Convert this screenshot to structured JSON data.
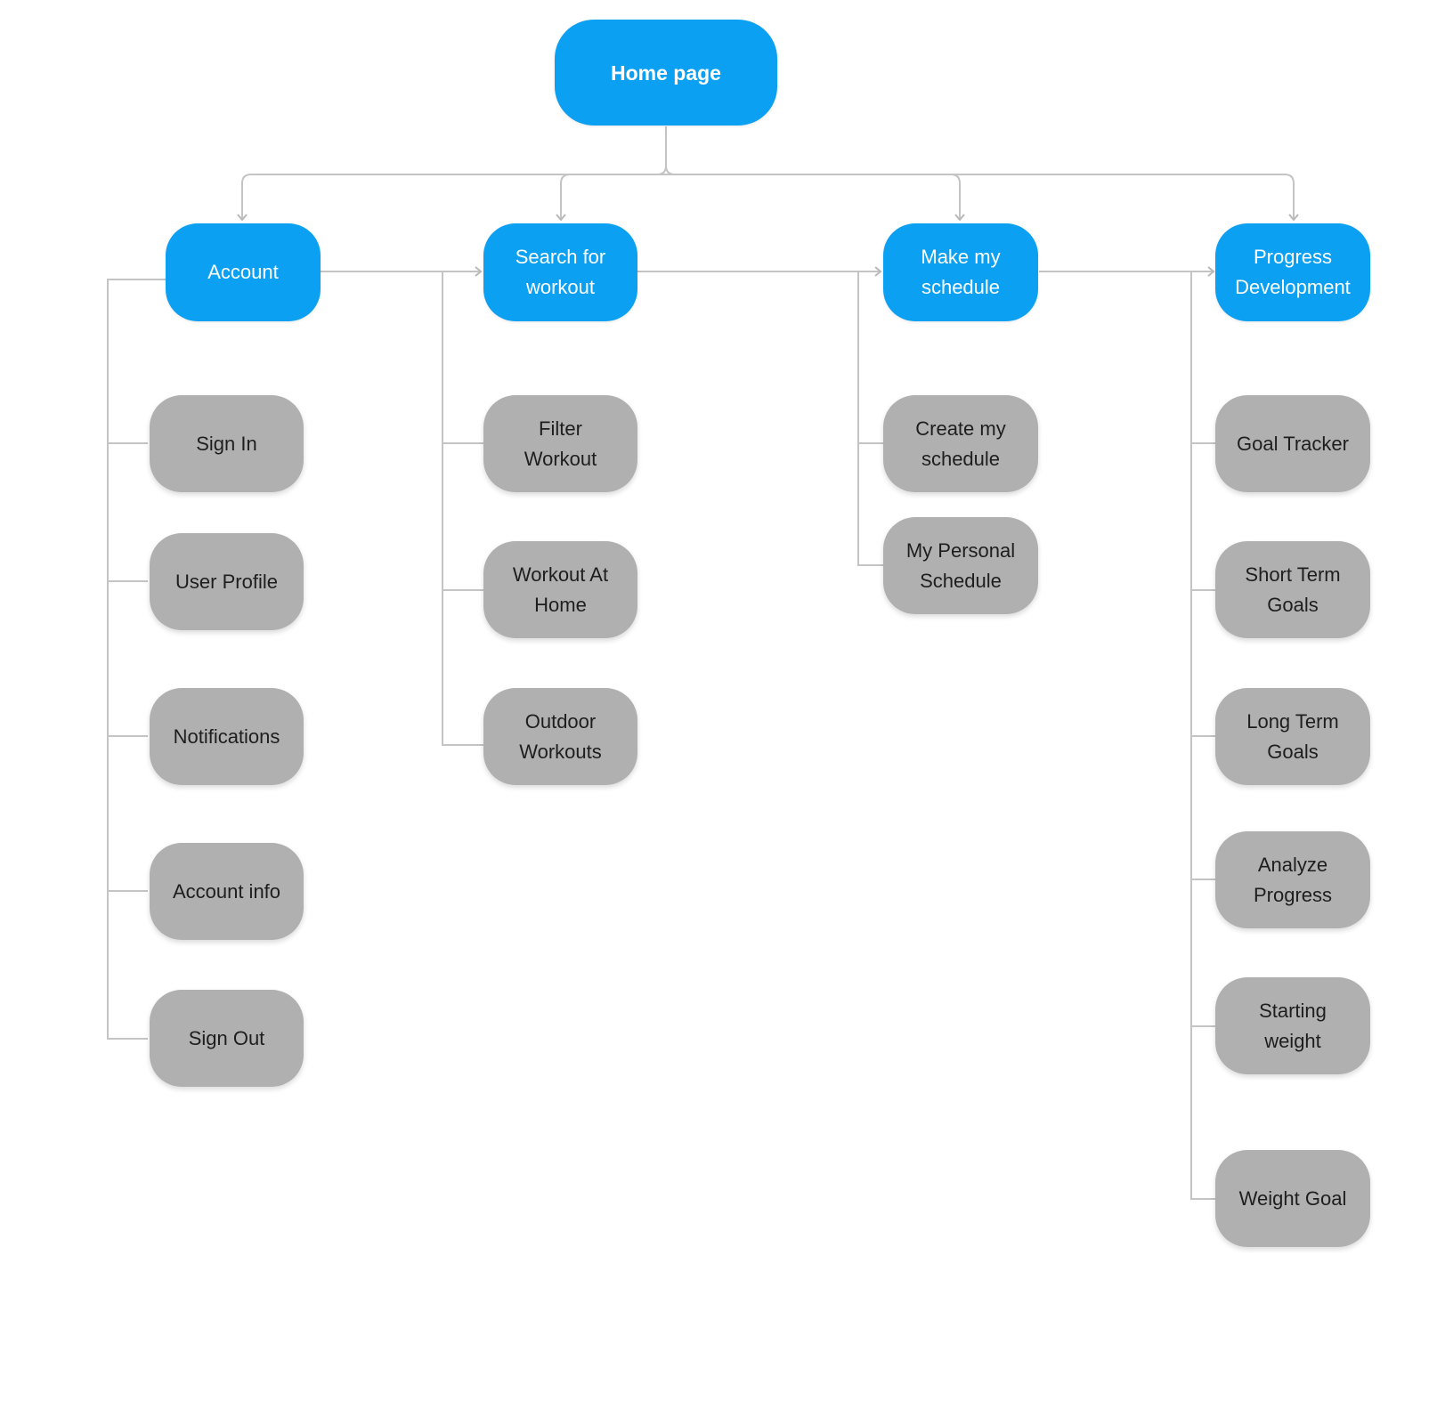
{
  "colors": {
    "primary_node": "#0ba0f2",
    "secondary_node": "#b0b0b0",
    "connector": "#c4c4c4",
    "background": "#ffffff"
  },
  "root": {
    "label": "Home page"
  },
  "sections": [
    {
      "label": "Search for\nworkout",
      "children": [
        "Filter\nWorkout",
        "Workout At\nHome",
        "Outdoor\nWorkouts"
      ]
    },
    {
      "label": "Account",
      "children": [
        "Sign In",
        "User Profile",
        "Notifications",
        "Account info",
        "Sign Out"
      ]
    },
    {
      "label": "Make my\nschedule",
      "children": [
        "Create my\nschedule",
        "My Personal\nSchedule"
      ]
    },
    {
      "label": "Progress\nDevelopment",
      "children": [
        "Goal Tracker",
        "Short Term\nGoals",
        "Long Term\nGoals",
        "Analyze\nProgress",
        "Starting\nweight",
        "Weight Goal"
      ]
    }
  ]
}
